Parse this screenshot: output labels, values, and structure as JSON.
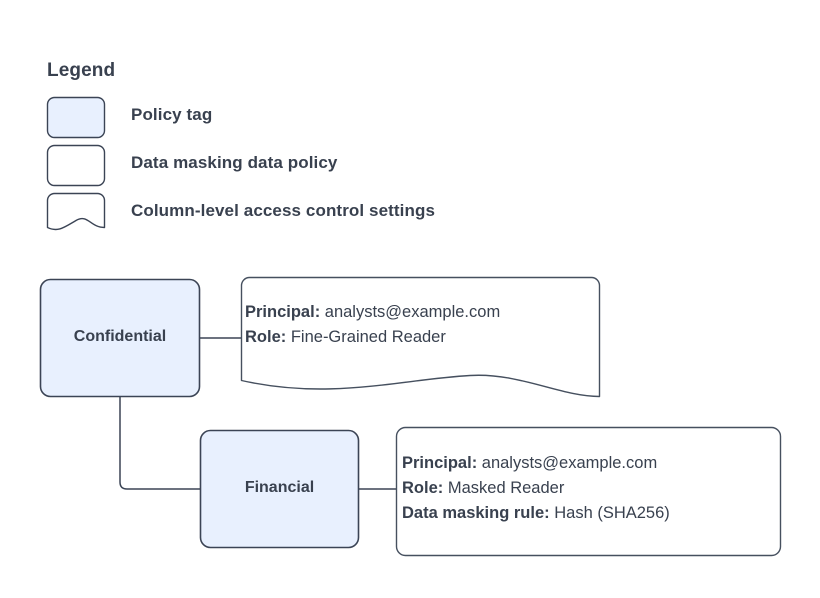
{
  "legend": {
    "title": "Legend",
    "items": [
      {
        "swatch": "policy-tag-swatch",
        "shape": "rounded-rect-filled",
        "fill": "#e8f0fe",
        "label": "Policy tag"
      },
      {
        "swatch": "data-masking-policy-swatch",
        "shape": "rounded-rect-outline",
        "fill": "#ffffff",
        "label": "Data masking data policy"
      },
      {
        "swatch": "column-access-settings-swatch",
        "shape": "document-wavy-bottom",
        "fill": "#ffffff",
        "label": "Column-level access control settings"
      }
    ]
  },
  "diagram": {
    "nodes": [
      {
        "id": "confidential",
        "label": "Confidential",
        "fill": "#e8f0fe",
        "stroke": "#3b4455"
      },
      {
        "id": "financial",
        "label": "Financial",
        "fill": "#e8f0fe",
        "stroke": "#3b4455"
      }
    ],
    "callouts": [
      {
        "id": "confidential-callout",
        "shape": "document-wavy-bottom",
        "lines": [
          {
            "key": "Principal:",
            "value": "analysts@example.com"
          },
          {
            "key": "Role:",
            "value": "Fine-Grained Reader"
          }
        ]
      },
      {
        "id": "financial-callout",
        "shape": "rounded-rect-outline",
        "lines": [
          {
            "key": "Principal:",
            "value": "analysts@example.com"
          },
          {
            "key": "Role:",
            "value": "Masked Reader"
          },
          {
            "key": "Data masking rule:",
            "value": "Hash (SHA256)"
          }
        ]
      }
    ],
    "connectors": [
      {
        "id": "confidential-to-callout",
        "from": "confidential",
        "to": "confidential-callout"
      },
      {
        "id": "confidential-to-financial",
        "from": "confidential",
        "to": "financial"
      },
      {
        "id": "financial-to-callout",
        "from": "financial",
        "to": "financial-callout"
      }
    ]
  },
  "colors": {
    "node_fill": "#e8f0fe",
    "stroke": "#3b4455",
    "callout_stroke": "#46505f",
    "text": "#39414f",
    "background": "#ffffff"
  }
}
